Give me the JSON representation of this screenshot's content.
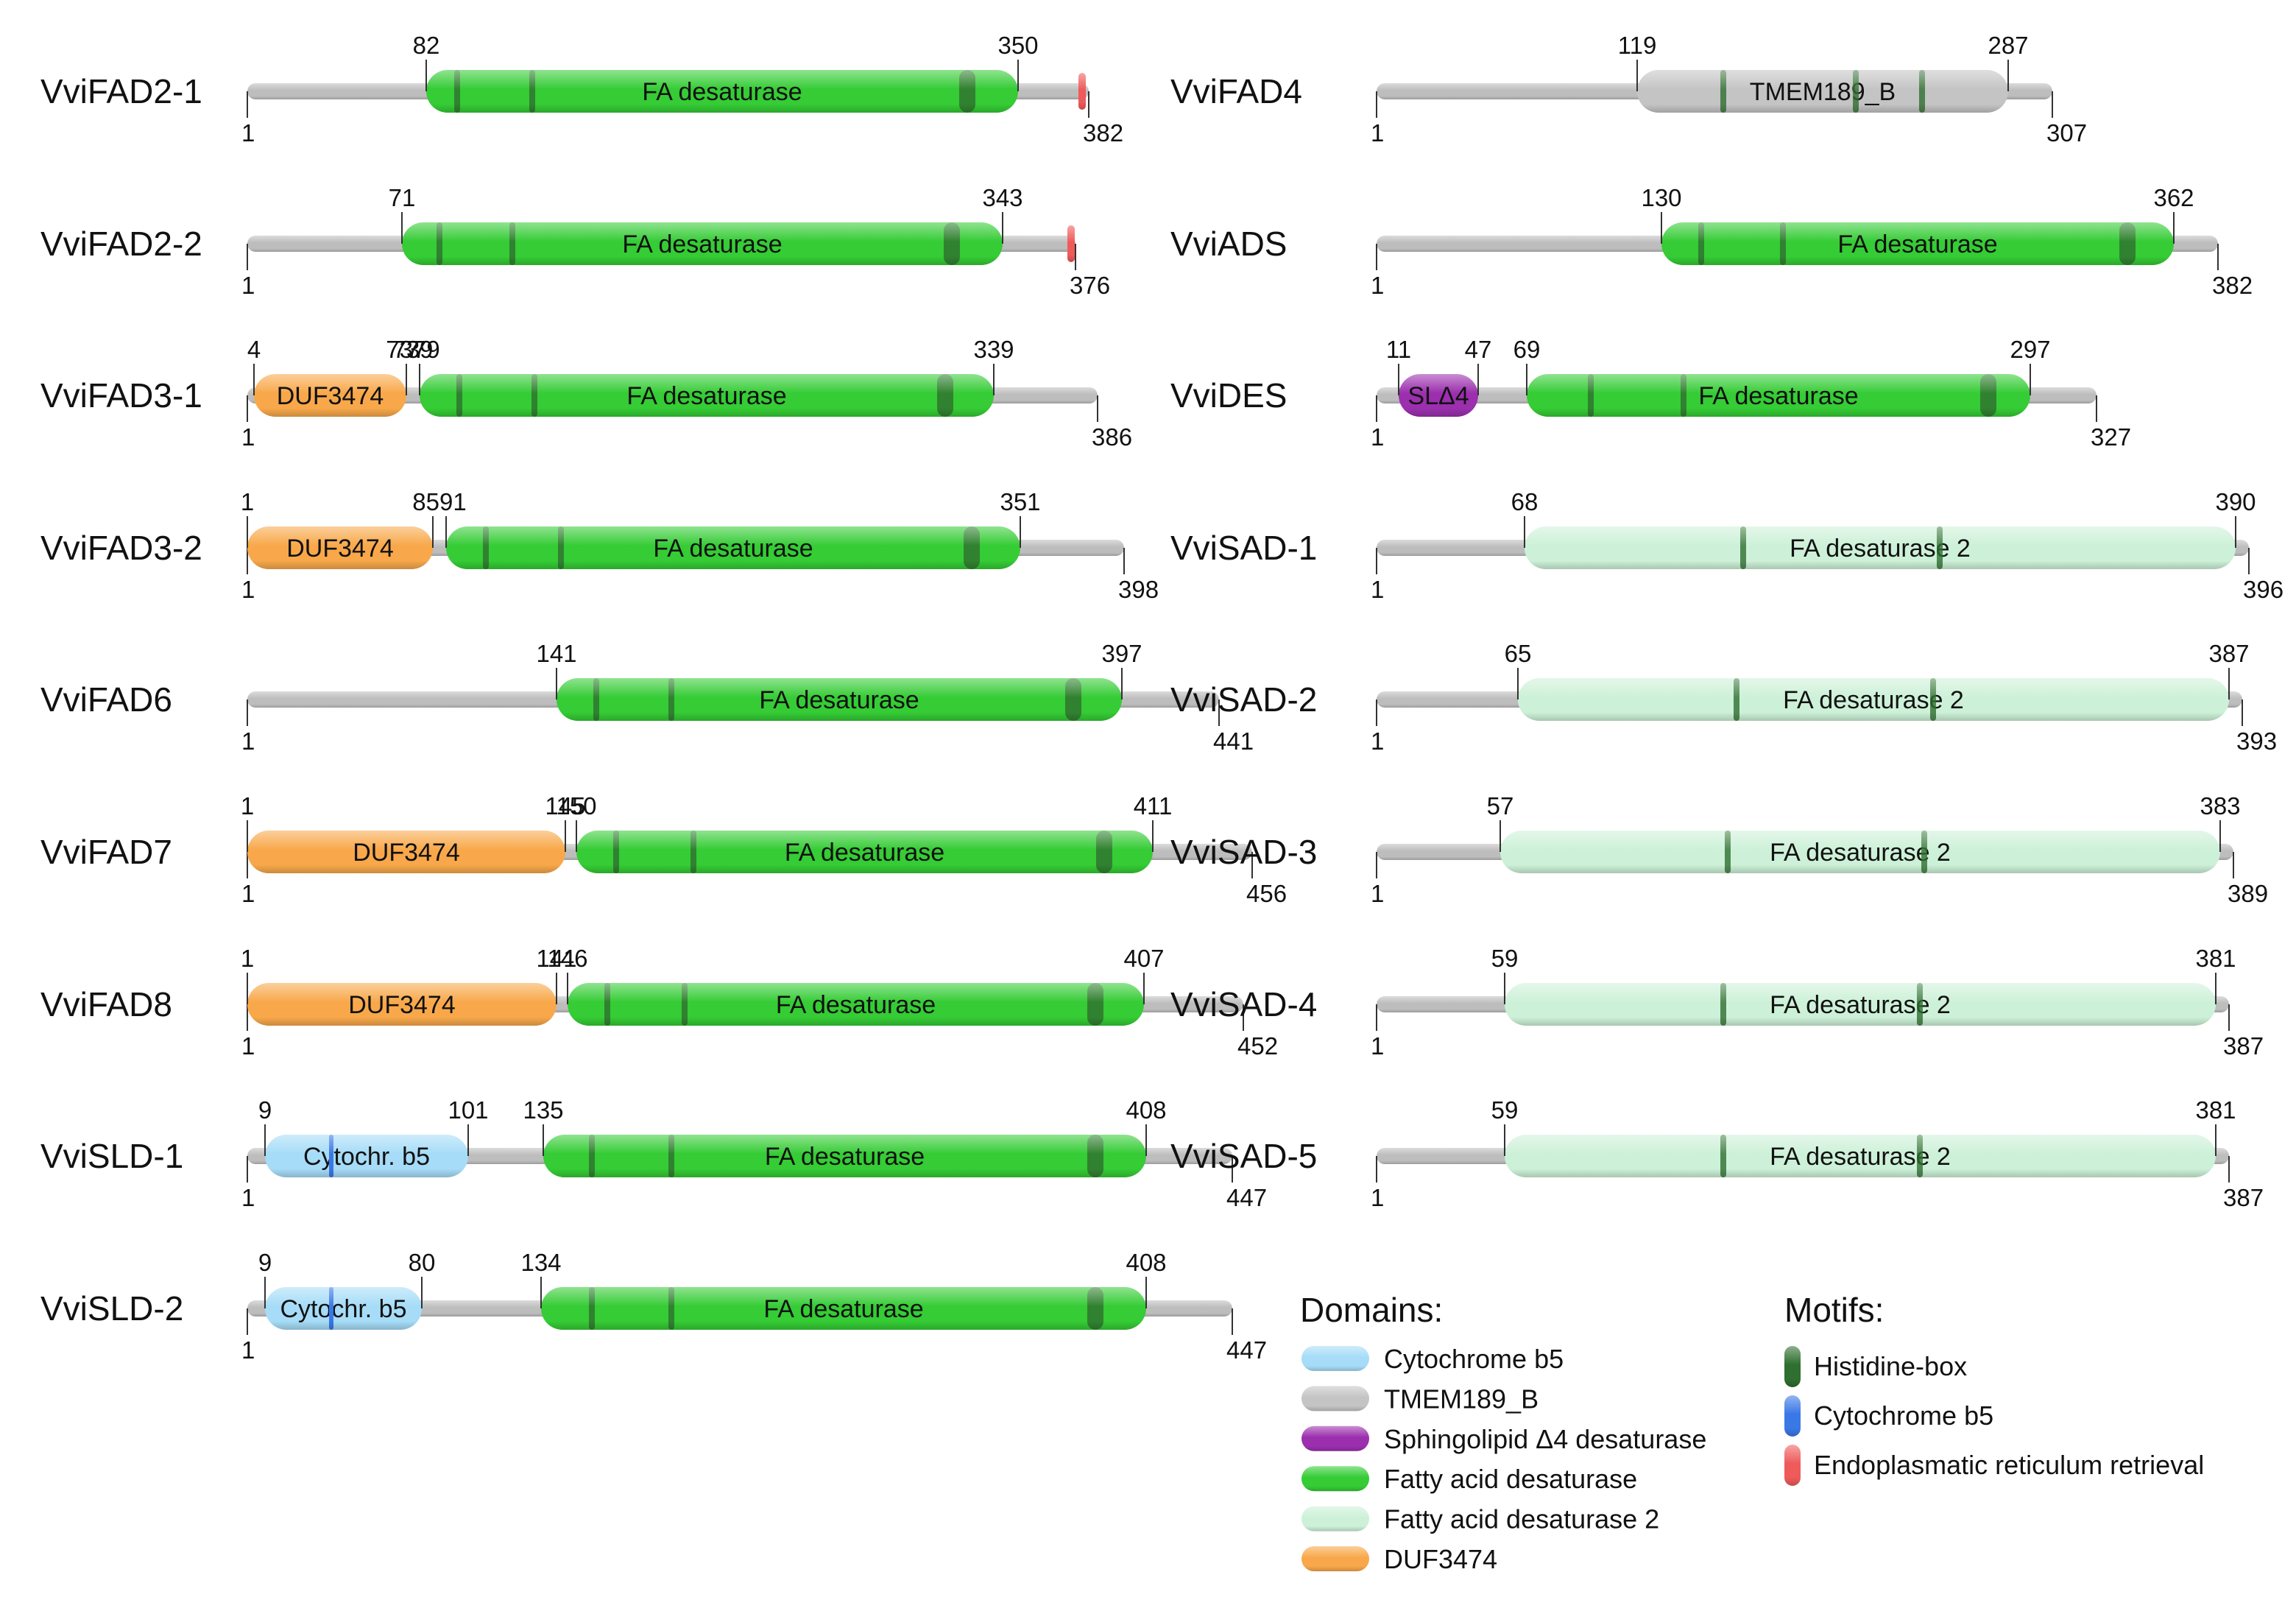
{
  "figure": {
    "proteins": [
      {
        "name": "VviFAD2-1",
        "start": "1",
        "length": 382,
        "end_label": "382",
        "domains": [
          {
            "type": "fa",
            "from": 82,
            "to": 350,
            "label": "FA desaturase",
            "from_label": "82",
            "to_label": "350"
          }
        ],
        "motifs": [
          {
            "type": "his",
            "pos": 96
          },
          {
            "type": "his",
            "pos": 130
          },
          {
            "type": "his",
            "pos": 327
          },
          {
            "type": "er",
            "pos": 379
          }
        ]
      },
      {
        "name": "VviFAD2-2",
        "start": "1",
        "length": 376,
        "end_label": "376",
        "domains": [
          {
            "type": "fa",
            "from": 71,
            "to": 343,
            "label": "FA desaturase",
            "from_label": "71",
            "to_label": "343"
          }
        ],
        "motifs": [
          {
            "type": "his",
            "pos": 88
          },
          {
            "type": "his",
            "pos": 121
          },
          {
            "type": "his",
            "pos": 320
          },
          {
            "type": "er",
            "pos": 374
          }
        ]
      },
      {
        "name": "VviFAD3-1",
        "start": "1",
        "length": 386,
        "end_label": "386",
        "domains": [
          {
            "type": "duf",
            "from": 4,
            "to": 73,
            "label": "DUF3474",
            "from_label": "4",
            "to_label": "73"
          },
          {
            "type": "fa",
            "from": 79,
            "to": 339,
            "label": "FA desaturase",
            "from_label": "79",
            "to_label": "",
            "to_label_right": "339"
          }
        ],
        "combined_label": "7379",
        "motifs": [
          {
            "type": "his",
            "pos": 97
          },
          {
            "type": "his",
            "pos": 131
          },
          {
            "type": "his",
            "pos": 317
          }
        ]
      },
      {
        "name": "VviFAD3-2",
        "start": "1",
        "length": 398,
        "end_label": "398",
        "domains": [
          {
            "type": "duf",
            "from": 1,
            "to": 85,
            "label": "DUF3474",
            "from_label": "1",
            "to_label": ""
          },
          {
            "type": "fa",
            "from": 91,
            "to": 351,
            "label": "FA desaturase",
            "from_label": "",
            "to_label": "351"
          }
        ],
        "combined_label": "8591",
        "motifs": [
          {
            "type": "his",
            "pos": 109
          },
          {
            "type": "his",
            "pos": 143
          },
          {
            "type": "his",
            "pos": 329
          }
        ]
      },
      {
        "name": "VviFAD6",
        "start": "1",
        "length": 441,
        "end_label": "441",
        "domains": [
          {
            "type": "fa",
            "from": 141,
            "to": 397,
            "label": "FA desaturase",
            "from_label": "141",
            "to_label": "397"
          }
        ],
        "motifs": [
          {
            "type": "his",
            "pos": 159
          },
          {
            "type": "his",
            "pos": 193
          },
          {
            "type": "his",
            "pos": 375
          }
        ]
      },
      {
        "name": "VviFAD7",
        "start": "1",
        "length": 456,
        "end_label": "456",
        "domains": [
          {
            "type": "duf",
            "from": 1,
            "to": 145,
            "label": "DUF3474",
            "from_label": "1",
            "to_label": "145"
          },
          {
            "type": "fa",
            "from": 150,
            "to": 411,
            "label": "FA desaturase",
            "from_label": "150",
            "to_label": "411"
          }
        ],
        "motifs": [
          {
            "type": "his",
            "pos": 168
          },
          {
            "type": "his",
            "pos": 203
          },
          {
            "type": "his",
            "pos": 389
          }
        ]
      },
      {
        "name": "VviFAD8",
        "start": "1",
        "length": 452,
        "end_label": "452",
        "domains": [
          {
            "type": "duf",
            "from": 1,
            "to": 141,
            "label": "DUF3474",
            "from_label": "1",
            "to_label": "141"
          },
          {
            "type": "fa",
            "from": 146,
            "to": 407,
            "label": "FA desaturase",
            "from_label": "146",
            "to_label": "407"
          }
        ],
        "motifs": [
          {
            "type": "his",
            "pos": 164
          },
          {
            "type": "his",
            "pos": 199
          },
          {
            "type": "his",
            "pos": 385
          }
        ]
      },
      {
        "name": "VviSLD-1",
        "start": "1",
        "length": 447,
        "end_label": "447",
        "domains": [
          {
            "type": "cyt",
            "from": 9,
            "to": 101,
            "label": "Cytochr. b5",
            "from_label": "9",
            "to_label": "101"
          },
          {
            "type": "fa",
            "from": 135,
            "to": 408,
            "label": "FA desaturase",
            "from_label": "135",
            "to_label": "408"
          }
        ],
        "motifs": [
          {
            "type": "cytm",
            "pos": 39
          },
          {
            "type": "his",
            "pos": 157
          },
          {
            "type": "his",
            "pos": 193
          },
          {
            "type": "his",
            "pos": 385
          }
        ]
      },
      {
        "name": "VviSLD-2",
        "start": "1",
        "length": 447,
        "end_label": "447",
        "domains": [
          {
            "type": "cyt",
            "from": 9,
            "to": 80,
            "label": "Cytochr. b5",
            "from_label": "9",
            "to_label": "80"
          },
          {
            "type": "fa",
            "from": 134,
            "to": 408,
            "label": "FA desaturase",
            "from_label": "134",
            "to_label": "408"
          }
        ],
        "motifs": [
          {
            "type": "cytm",
            "pos": 39
          },
          {
            "type": "his",
            "pos": 157
          },
          {
            "type": "his",
            "pos": 193
          },
          {
            "type": "his",
            "pos": 385
          }
        ]
      },
      {
        "name": "VviFAD4",
        "start": "1",
        "length": 307,
        "end_label": "307",
        "domains": [
          {
            "type": "tmem",
            "from": 119,
            "to": 287,
            "label": "TMEM189_B",
            "from_label": "119",
            "to_label": "287"
          }
        ],
        "motifs": [
          {
            "type": "his",
            "pos": 158
          },
          {
            "type": "his",
            "pos": 218
          },
          {
            "type": "his",
            "pos": 248
          }
        ]
      },
      {
        "name": "VviADS",
        "start": "1",
        "length": 382,
        "end_label": "382",
        "domains": [
          {
            "type": "fa",
            "from": 130,
            "to": 362,
            "label": "FA desaturase",
            "from_label": "130",
            "to_label": "362"
          }
        ],
        "motifs": [
          {
            "type": "his",
            "pos": 148
          },
          {
            "type": "his",
            "pos": 185
          },
          {
            "type": "his",
            "pos": 341
          }
        ]
      },
      {
        "name": "VviDES",
        "start": "1",
        "length": 327,
        "end_label": "327",
        "domains": [
          {
            "type": "sld",
            "from": 11,
            "to": 47,
            "label": "SLΔ4",
            "from_label": "11",
            "to_label": "47"
          },
          {
            "type": "fa",
            "from": 69,
            "to": 297,
            "label": "FA desaturase",
            "from_label": "69",
            "to_label": "297"
          }
        ],
        "motifs": [
          {
            "type": "his",
            "pos": 98
          },
          {
            "type": "his",
            "pos": 140
          },
          {
            "type": "his",
            "pos": 278
          }
        ]
      },
      {
        "name": "VviSAD-1",
        "start": "1",
        "length": 396,
        "end_label": "396",
        "domains": [
          {
            "type": "fa2",
            "from": 68,
            "to": 390,
            "label": "FA desaturase 2",
            "from_label": "68",
            "to_label": "390"
          }
        ],
        "motifs": [
          {
            "type": "his",
            "pos": 167
          },
          {
            "type": "his",
            "pos": 256
          }
        ]
      },
      {
        "name": "VviSAD-2",
        "start": "1",
        "length": 393,
        "end_label": "393",
        "domains": [
          {
            "type": "fa2",
            "from": 65,
            "to": 387,
            "label": "FA desaturase 2",
            "from_label": "65",
            "to_label": "387"
          }
        ],
        "motifs": [
          {
            "type": "his",
            "pos": 164
          },
          {
            "type": "his",
            "pos": 253
          }
        ]
      },
      {
        "name": "VviSAD-3",
        "start": "1",
        "length": 389,
        "end_label": "389",
        "domains": [
          {
            "type": "fa2",
            "from": 57,
            "to": 383,
            "label": "FA desaturase 2",
            "from_label": "57",
            "to_label": "383"
          }
        ],
        "motifs": [
          {
            "type": "his",
            "pos": 160
          },
          {
            "type": "his",
            "pos": 249
          }
        ]
      },
      {
        "name": "VviSAD-4",
        "start": "1",
        "length": 387,
        "end_label": "387",
        "domains": [
          {
            "type": "fa2",
            "from": 59,
            "to": 381,
            "label": "FA desaturase 2",
            "from_label": "59",
            "to_label": "381"
          }
        ],
        "motifs": [
          {
            "type": "his",
            "pos": 158
          },
          {
            "type": "his",
            "pos": 247
          }
        ]
      },
      {
        "name": "VviSAD-5",
        "start": "1",
        "length": 387,
        "end_label": "387",
        "domains": [
          {
            "type": "fa2",
            "from": 59,
            "to": 381,
            "label": "FA desaturase 2",
            "from_label": "59",
            "to_label": "381"
          }
        ],
        "motifs": [
          {
            "type": "his",
            "pos": 158
          },
          {
            "type": "his",
            "pos": 247
          }
        ]
      }
    ]
  },
  "legend": {
    "domains_title": "Domains:",
    "domains": [
      {
        "type": "cyt",
        "label": "Cytochrome b5"
      },
      {
        "type": "tmem",
        "label": "TMEM189_B"
      },
      {
        "type": "sld",
        "label": "Sphingolipid Δ4 desaturase"
      },
      {
        "type": "fa",
        "label": "Fatty acid desaturase"
      },
      {
        "type": "fa2",
        "label": "Fatty acid desaturase 2"
      },
      {
        "type": "duf",
        "label": "DUF3474"
      }
    ],
    "motifs_title": "Motifs:",
    "motifs": [
      {
        "type": "his",
        "label": "Histidine-box"
      },
      {
        "type": "cytm",
        "label": "Cytochrome b5"
      },
      {
        "type": "er",
        "label": "Endoplasmatic reticulum retrieval"
      }
    ]
  },
  "colors": {
    "fa": "#35cc35",
    "fa2": "#cdf1d8",
    "duf": "#f8a84a",
    "cyt": "#a6dcf7",
    "tmem": "#c4c4c4",
    "sld": "#9b2fae",
    "his": "#2f6f2f",
    "cytm": "#3a78e6",
    "er": "#ef5b5b",
    "backbone": "#bdbdbd"
  }
}
